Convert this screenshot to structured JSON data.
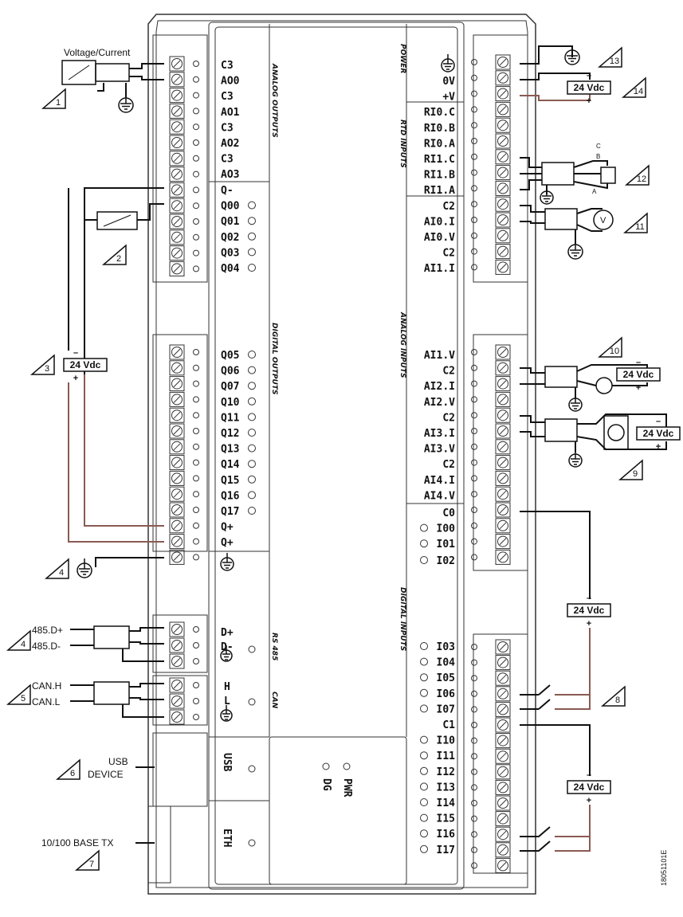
{
  "device": {
    "sections": {
      "analog_outputs": "ANALOG OUTPUTS",
      "digital_outputs": "DIGITAL OUTPUTS",
      "rs485": "RS 485",
      "can": "CAN",
      "power": "POWER",
      "rtd_inputs": "RTD INPUTS",
      "analog_inputs": "ANALOG INPUTS",
      "digital_inputs": "DIGITAL INPUTS"
    },
    "left_labels": [
      "C3",
      "AO0",
      "C3",
      "AO1",
      "C3",
      "AO2",
      "C3",
      "AO3",
      "Q-",
      "Q00",
      "Q01",
      "Q02",
      "Q03",
      "Q04",
      "Q05",
      "Q06",
      "Q07",
      "Q10",
      "Q11",
      "Q12",
      "Q13",
      "Q14",
      "Q15",
      "Q16",
      "Q17",
      "Q+",
      "Q+"
    ],
    "rs485_labels": [
      "D+",
      "D-"
    ],
    "can_labels": [
      "H",
      "L"
    ],
    "right_labels": [
      "0V",
      "+V",
      "RI0.C",
      "RI0.B",
      "RI0.A",
      "RI1.C",
      "RI1.B",
      "RI1.A",
      "C2",
      "AI0.I",
      "AI0.V",
      "C2",
      "AI1.I",
      "AI1.V",
      "C2",
      "AI2.I",
      "AI2.V",
      "C2",
      "AI3.I",
      "AI3.V",
      "C2",
      "AI4.I",
      "AI4.V",
      "C0",
      "I00",
      "I01",
      "I02",
      "I03",
      "I04",
      "I05",
      "I06",
      "I07",
      "C1",
      "I10",
      "I11",
      "I12",
      "I13",
      "I14",
      "I15",
      "I16",
      "I17"
    ],
    "ports": {
      "usb": "USB",
      "eth": "ETH"
    },
    "leds": {
      "pwr": "PWR",
      "dg": "DG"
    }
  },
  "external": {
    "voltage_current": "Voltage/Current",
    "rs485_a": "485.D+",
    "rs485_b": "485.D-",
    "can_h": "CAN.H",
    "can_l": "CAN.L",
    "usb_1": "USB",
    "usb_2": "DEVICE",
    "eth": "10/100 BASE TX",
    "supply": "24 Vdc",
    "minus": "–",
    "plus": "+",
    "rtd_c": "C",
    "rtd_b": "B",
    "rtd_a": "A",
    "volt_symbol": "V"
  },
  "markers": [
    "1",
    "2",
    "3",
    "4",
    "4",
    "5",
    "6",
    "7",
    "8",
    "9",
    "10",
    "11",
    "12",
    "13",
    "14"
  ],
  "doc_id": "18051101E"
}
